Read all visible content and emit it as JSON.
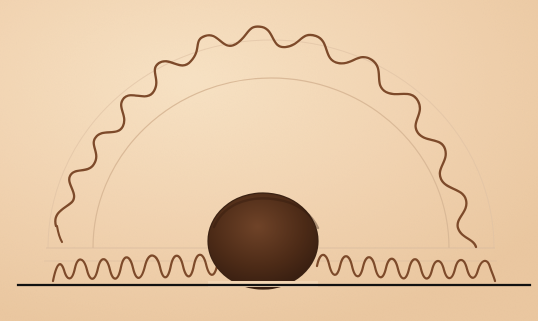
{
  "scene": {
    "background_color": "#f3d6b4",
    "pencil_color": "#7d4a2a",
    "guide_color": "#d8b796",
    "shading_color": "#4d2b17",
    "baseline_color": "#111111"
  },
  "elements": [
    "paper-background",
    "outer-wavy-arc",
    "inner-guide-semicircle",
    "shaded-sun-core",
    "left-bottom-wave",
    "right-bottom-wave",
    "horizon-line"
  ]
}
